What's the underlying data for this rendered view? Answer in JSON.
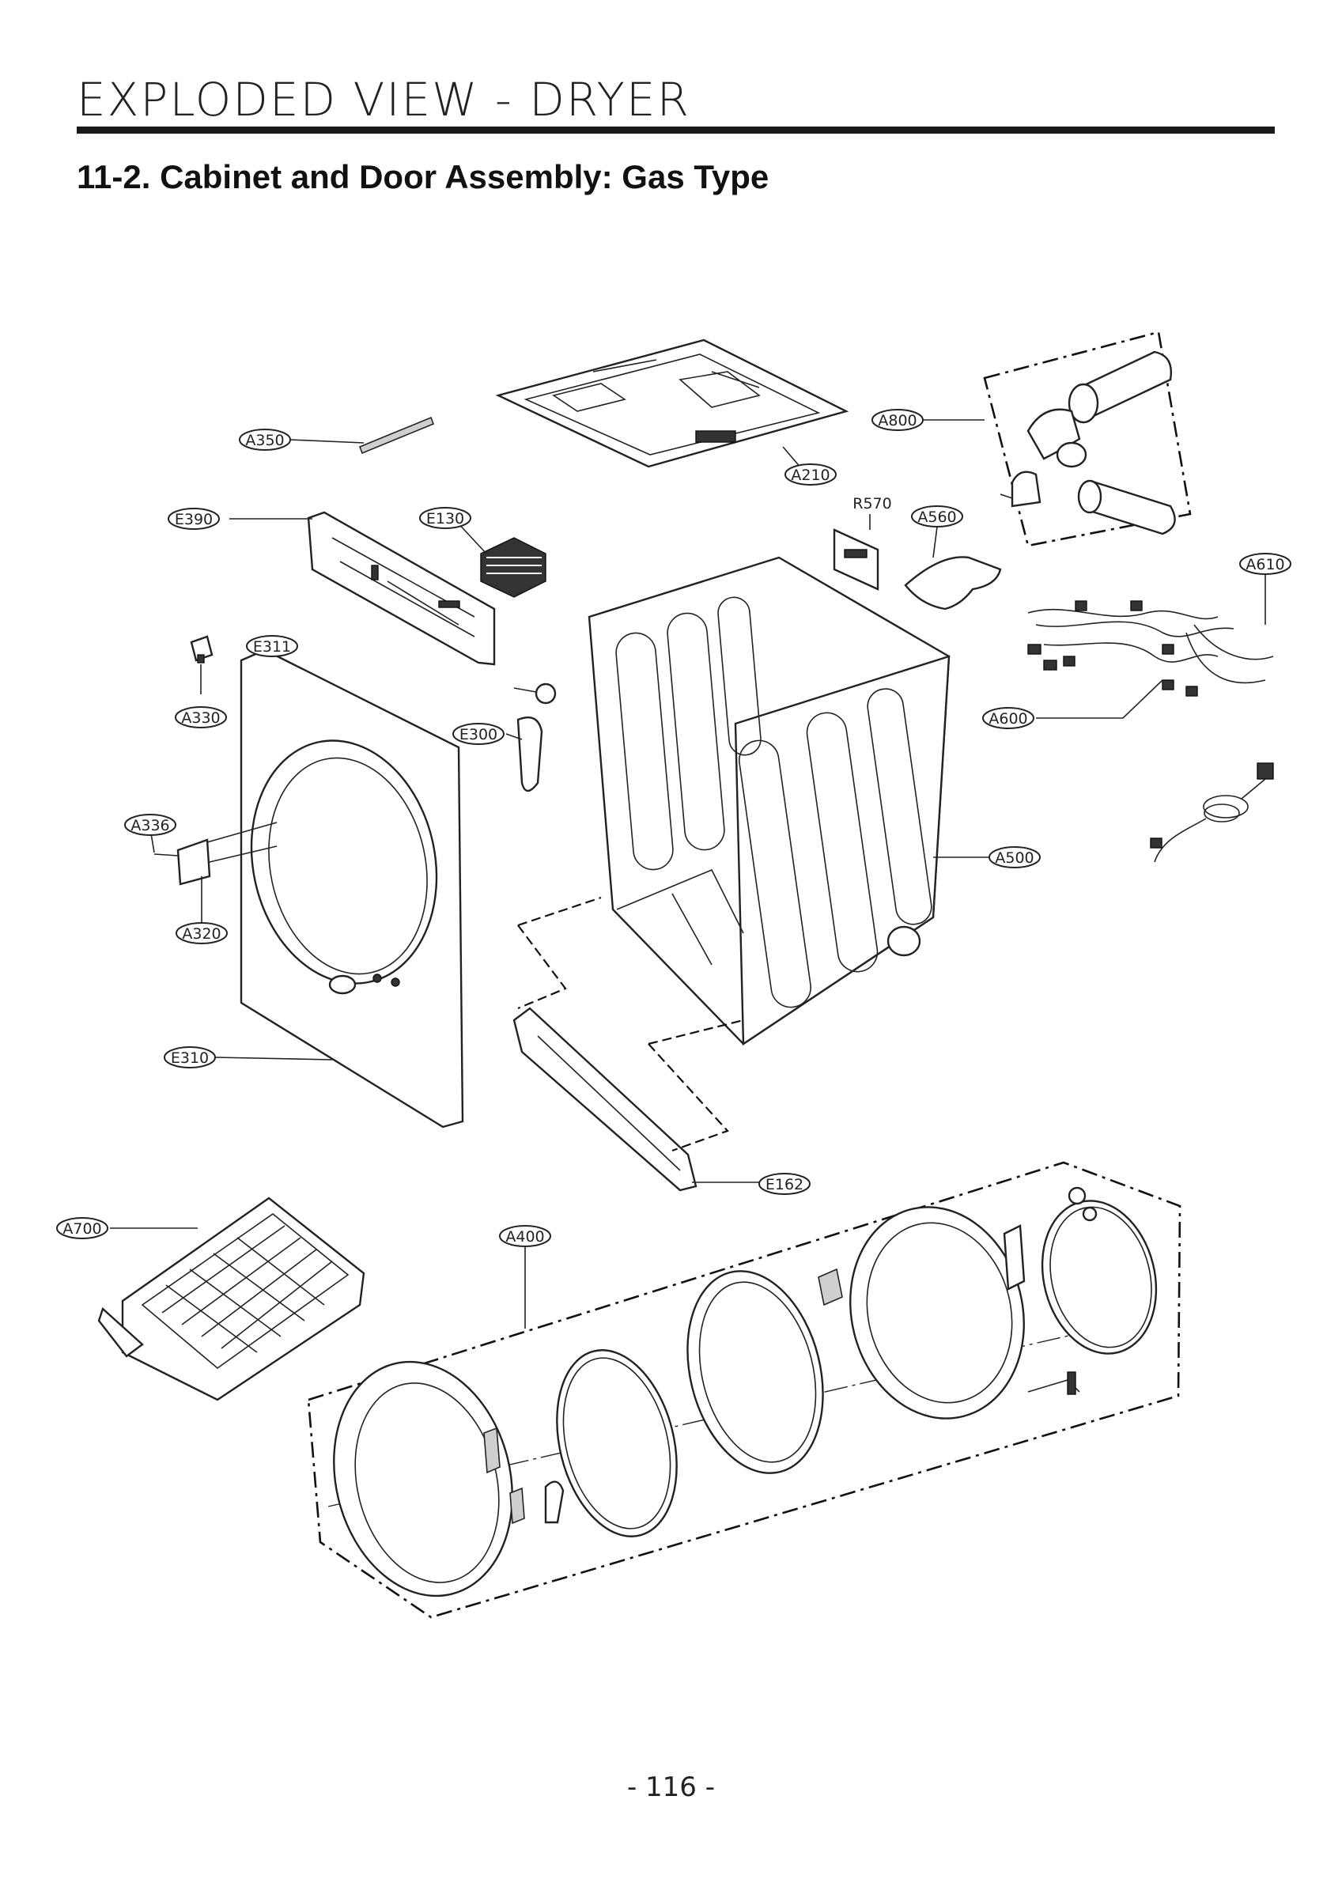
{
  "header": {
    "title": "EXPLODED VIEW - DRYER",
    "section_title": "11-2. Cabinet and Door Assembly: Gas Type"
  },
  "callouts": {
    "A350": "A350",
    "A800": "A800",
    "A210": "A210",
    "R570": "R570",
    "A560": "A560",
    "E390": "E390",
    "E130": "E130",
    "A610": "A610",
    "E311": "E311",
    "A330": "A330",
    "E300": "E300",
    "A600": "A600",
    "A336": "A336",
    "A500": "A500",
    "A320": "A320",
    "E310": "E310",
    "E162": "E162",
    "A700": "A700",
    "A400": "A400"
  },
  "footer": {
    "page_number": "- 116 -"
  }
}
